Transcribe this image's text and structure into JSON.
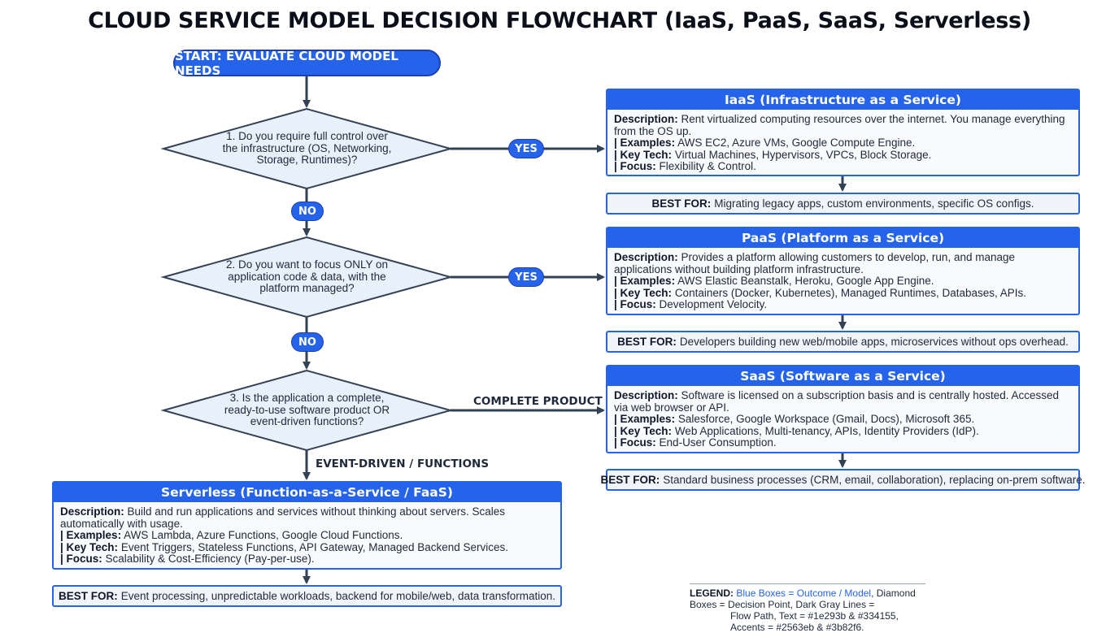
{
  "title": "CLOUD SERVICE MODEL DECISION FLOWCHART (IaaS, PaaS, SaaS, Serverless)",
  "start": "START: EVALUATE CLOUD MODEL NEEDS",
  "questions": [
    {
      "text": "1. Do you require full control over the infrastructure (OS, Networking, Storage, Runtimes)?"
    },
    {
      "text": "2. Do you want to focus ONLY on application code & data, with the platform managed?"
    },
    {
      "text": "3. Is the application a complete, ready-to-use software product OR event-driven functions?"
    }
  ],
  "edges": {
    "yes": "YES",
    "no": "NO",
    "complete_product": "COMPLETE PRODUCT",
    "event_driven": "EVENT-DRIVEN / FUNCTIONS"
  },
  "field_labels": {
    "description": "Description:",
    "examples": "| Examples:",
    "key_tech": "| Key Tech:",
    "focus": "| Focus:",
    "best_for": "BEST FOR:"
  },
  "models": {
    "iaas": {
      "title": "IaaS (Infrastructure as a Service)",
      "description": "Rent virtualized computing resources over the internet. You manage everything from the OS up.",
      "examples": "AWS EC2, Azure VMs, Google Compute Engine.",
      "key_tech": "Virtual Machines, Hypervisors, VPCs, Block Storage.",
      "focus": "Flexibility & Control.",
      "best_for": "Migrating legacy apps, custom environments, specific OS configs."
    },
    "paas": {
      "title": "PaaS (Platform as a Service)",
      "description": "Provides a platform allowing customers to develop, run, and manage applications without building platform infrastructure.",
      "examples": "AWS Elastic Beanstalk, Heroku, Google App Engine.",
      "key_tech": "Containers (Docker, Kubernetes), Managed Runtimes, Databases, APIs.",
      "focus": "Development Velocity.",
      "best_for": "Developers building new web/mobile apps, microservices without ops overhead."
    },
    "saas": {
      "title": "SaaS (Software as a Service)",
      "description": "Software is licensed on a subscription basis and is centrally hosted. Accessed via web browser or API.",
      "examples": "Salesforce, Google Workspace (Gmail, Docs), Microsoft 365.",
      "key_tech": "Web Applications, Multi-tenancy, APIs, Identity Providers (IdP).",
      "focus": "End-User Consumption.",
      "best_for": "Standard business processes (CRM, email, collaboration), replacing on-prem software."
    },
    "serverless": {
      "title": "Serverless (Function-as-a-Service / FaaS)",
      "description": "Build and run applications and services without thinking about servers. Scales automatically with usage.",
      "examples": "AWS Lambda, Azure Functions, Google Cloud Functions.",
      "key_tech": "Event Triggers, Stateless Functions, API Gateway, Managed Backend Services.",
      "focus": "Scalability & Cost-Efficiency (Pay-per-use).",
      "best_for": "Event processing, unpredictable workloads, backend for mobile/web, data transformation."
    }
  },
  "legend": {
    "label": "LEGEND:",
    "blue_part": "Blue Boxes = Outcome / Model",
    "rest_line1": ", Diamond Boxes = Decision Point, Dark Gray Lines =",
    "rest_line2": "Flow Path, Text = #1e293b & #334155, Accents = #2563eb & #3b82f6."
  },
  "colors": {
    "accent": "#2563eb",
    "accent_light": "#3b82f6",
    "text": "#1e293b",
    "text_secondary": "#334155",
    "diamond_fill": "#e8f0fb",
    "line": "#334155"
  }
}
